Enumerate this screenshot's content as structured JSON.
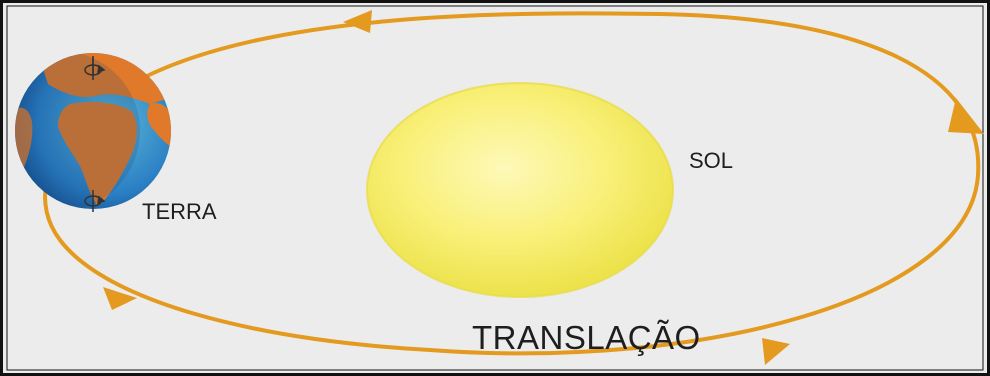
{
  "labels": {
    "sun": "SOL",
    "earth": "TERRA",
    "motion": "TRANSLAÇÃO"
  },
  "colors": {
    "background": "#ececec",
    "frame": "#111111",
    "orbit": "#e39a1f",
    "sun_core": "#fbf59a",
    "sun_edge": "#efe24a",
    "ocean": "#2a7fc4",
    "land": "#e07a2a",
    "text": "#1e1e1e"
  },
  "icons": {
    "orbit_direction": "triangular-arrowhead",
    "earth_rotation": "circular-rotation-arrow"
  }
}
